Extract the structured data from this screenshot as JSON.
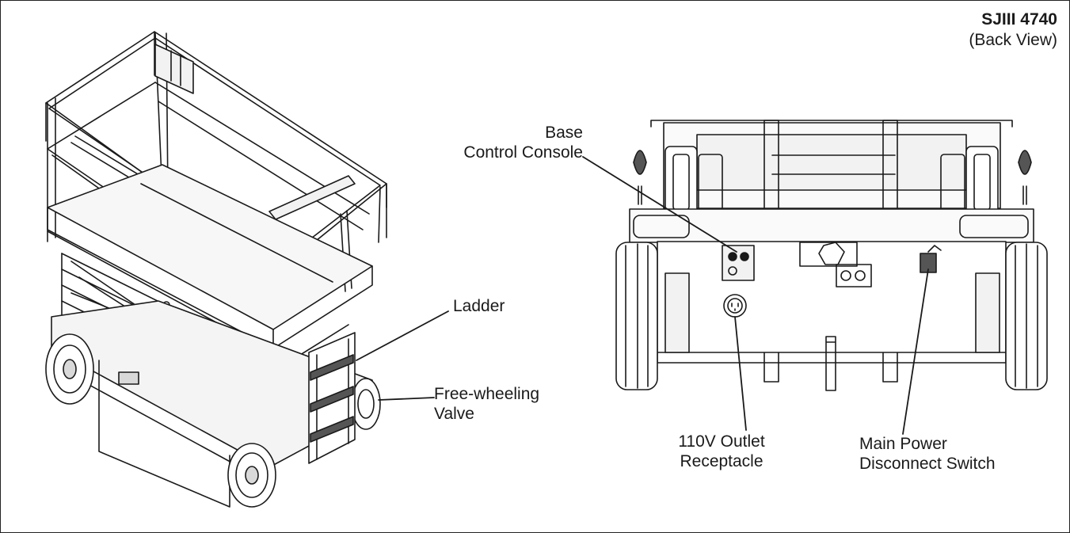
{
  "header": {
    "model": "SJIII 4740",
    "view": "(Back View)"
  },
  "callouts": {
    "base_console": {
      "line1": "Base",
      "line2": "Control Console"
    },
    "ladder": {
      "line1": "Ladder"
    },
    "free_wheeling": {
      "line1": "Free-wheeling",
      "line2": "Valve"
    },
    "outlet": {
      "line1": "110V Outlet",
      "line2": "Receptacle"
    },
    "power_switch": {
      "line1": "Main Power",
      "line2": "Disconnect Switch"
    }
  },
  "colors": {
    "line": "#1a1a1a",
    "fill_light": "#f2f2f2",
    "fill_mid": "#d9d9d9"
  }
}
